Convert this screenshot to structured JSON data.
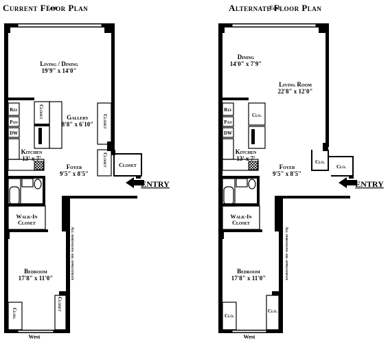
{
  "titles": {
    "current": "Current Floor Plan",
    "alternate": "Alternate Floor Plan"
  },
  "compass": {
    "north_edge": "East",
    "south_edge": "West"
  },
  "entry": "ENTRY",
  "note": "All dimensions are approximate",
  "current": {
    "living_dining": {
      "name": "Living / Dining",
      "dim": "19'9\" x 14'0\""
    },
    "gallery": {
      "name": "Gallery",
      "dim": "8'8\" x 6'10\""
    },
    "kitchen": {
      "name": "Kitchen",
      "dim": "13' x 7'"
    },
    "foyer": {
      "name": "Foyer",
      "dim": "9'5\" x 8'5\""
    },
    "walkin": {
      "line1": "Walk-In",
      "line2": "Closet"
    },
    "bedroom": {
      "name": "Bedroom",
      "dim": "17'8\" x 11'0\""
    },
    "closet": "Closet",
    "clos": "Clos.",
    "ref": "Ref",
    "pan": "Pan",
    "dw": "DW"
  },
  "alternate": {
    "dining": {
      "name": "Dining",
      "dim": "14'0\" x 7'9\""
    },
    "living": {
      "name": "Living Room",
      "dim": "22'8\" x 12'0\""
    },
    "kitchen": {
      "name": "Kitchen",
      "dim": "13' x 7'"
    },
    "foyer": {
      "name": "Foyer",
      "dim": "9'5\" x 8'5\""
    },
    "walkin": {
      "line1": "Walk-In",
      "line2": "Closet"
    },
    "bedroom": {
      "name": "Bedroom",
      "dim": "17'8\" x 11'0\""
    },
    "clo": "Clo.",
    "ref": "Ref",
    "pan": "Pan",
    "dw": "DW"
  }
}
